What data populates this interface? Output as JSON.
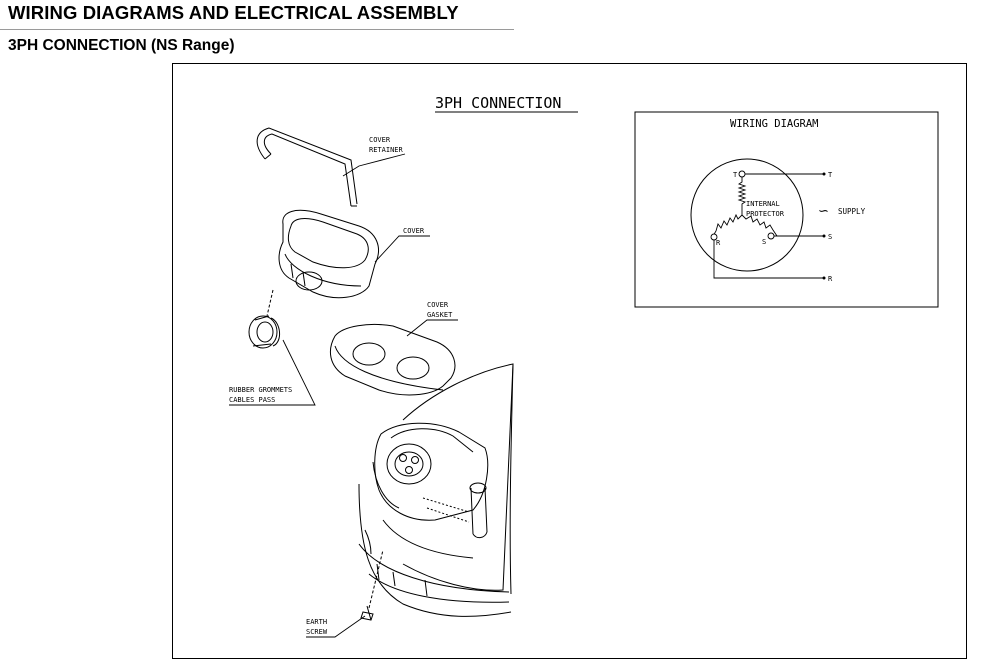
{
  "header": {
    "title": "WIRING DIAGRAMS AND ELECTRICAL ASSEMBLY",
    "subtitle": "3PH CONNECTION (NS Range)"
  },
  "figure": {
    "title": "3PH CONNECTION",
    "parts": {
      "cover_retainer": [
        "COVER",
        "RETAINER"
      ],
      "cover": "COVER",
      "cover_gasket": [
        "COVER",
        "GASKET"
      ],
      "rubber_grommets": [
        "RUBBER GROMMETS",
        "CABLES PASS"
      ],
      "earth_screw": [
        "EARTH",
        "SCREW"
      ]
    },
    "wiring_diagram": {
      "title": "WIRING DIAGRAM",
      "terminal_t": "T",
      "terminal_s": "S",
      "terminal_r": "R",
      "internal_protector": [
        "INTERNAL",
        "PROTECTOR"
      ],
      "supply": "SUPPLY",
      "supply_symbol": "∽",
      "line_t": "T",
      "line_s": "S",
      "line_r": "R"
    }
  }
}
